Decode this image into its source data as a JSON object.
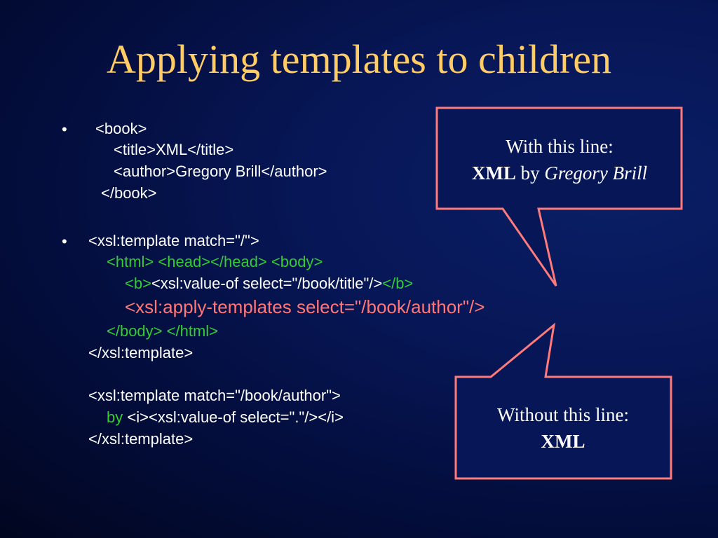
{
  "slide": {
    "title": "Applying templates to children"
  },
  "bullets": [
    "•",
    "•"
  ],
  "xml_example": {
    "line1": "<book>",
    "line2_open": "<title>",
    "line2_value": "XML",
    "line2_close": "</title>",
    "line3_open": "<author>",
    "line3_value": "Gregory Brill",
    "line3_close": "</author>",
    "line4": "</book>"
  },
  "xsl_code": {
    "l1": "<xsl:template match=\"/\">",
    "l2_html": "<html>",
    "l2_head_open": "<head>",
    "l2_head_close": "</head>",
    "l2_body": "<body>",
    "l3_b_open": "<b>",
    "l3_value_of": "<xsl:value-of select=\"/book/title\"/>",
    "l3_b_close": "</b>",
    "l4_apply": "<xsl:apply-templates select=\"/book/author\"/>",
    "l5_body_close": "</body>",
    "l5_html_close": "</html>",
    "l6": "</xsl:template>",
    "l7": "<xsl:template match=\"/book/author\">",
    "l8_by": "by",
    "l8_i_open": "<i>",
    "l8_value_of": "<xsl:value-of select=\".\"/>",
    "l8_i_close": "</i>",
    "l9": "</xsl:template>"
  },
  "callout_top": {
    "line1": "With this line:",
    "bold": "XML",
    "by": "by",
    "italic": "Gregory Brill"
  },
  "callout_bottom": {
    "line1": "Without this line:",
    "bold": "XML"
  },
  "colors": {
    "background": "#071656",
    "title": "#ffcc66",
    "code_tag": "#33cc33",
    "code_text": "#ffffff",
    "highlight": "#ff7777",
    "callout_border": "#ff7a7a"
  }
}
